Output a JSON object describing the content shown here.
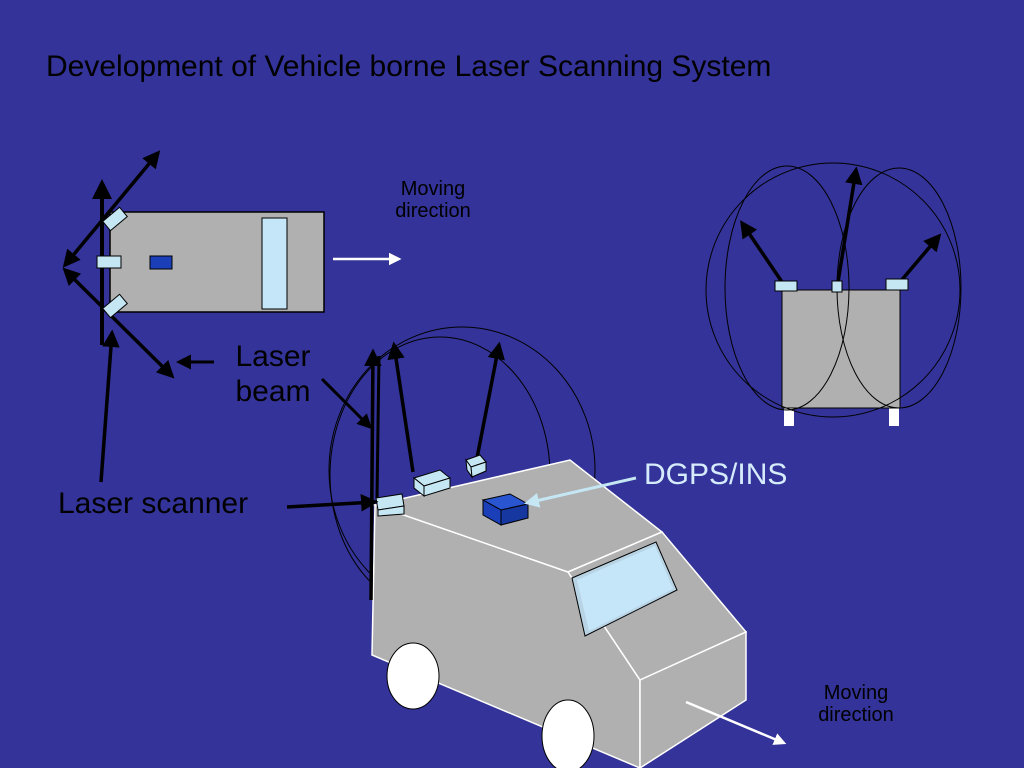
{
  "title": "Development of Vehicle borne Laser Scanning System",
  "labels": {
    "moving_direction_top": "Moving direction",
    "moving_direction_bottom": "Moving direction",
    "laser_beam": "Laser beam",
    "laser_scanner": "Laser scanner",
    "dgps_ins": "DGPS/INS"
  },
  "colors": {
    "background": "#333399",
    "vehicle_body": "#b0b0b0",
    "scanner": "#c5e6f3",
    "dgps_box": "#1a3fb8",
    "window": "#c5e6f8"
  }
}
